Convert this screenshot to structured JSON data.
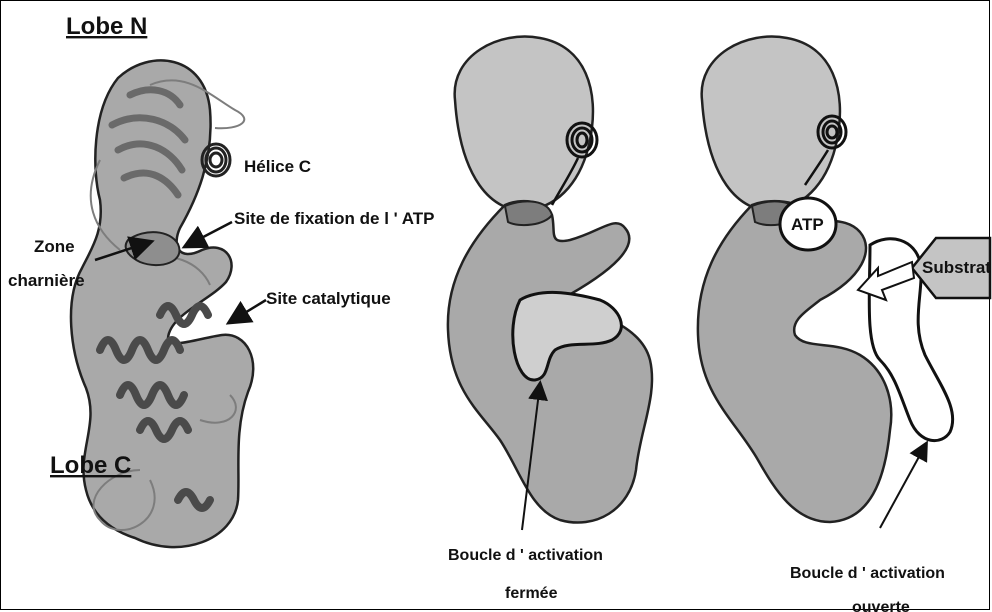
{
  "labels": {
    "lobe_n": "Lobe N",
    "lobe_c": "Lobe C",
    "helice_c": "Hélice C",
    "site_atp": "Site de fixation de l ' ATP",
    "zone_line1": "Zone",
    "zone_line2": "charnière",
    "site_catalytique": "Site catalytique",
    "atp": "ATP",
    "substrat": "Substrat",
    "boucle_fermee_line1": "Boucle d ' activation",
    "boucle_fermee_line2": "fermée",
    "boucle_ouverte_line1": "Boucle d ' activation",
    "boucle_ouverte_line2": "ouverte"
  },
  "colors": {
    "protein_fill": "#b0b0b0",
    "protein_light": "#c4c4c4",
    "helix_dark": "#4a4a4a",
    "outline": "#111111"
  }
}
